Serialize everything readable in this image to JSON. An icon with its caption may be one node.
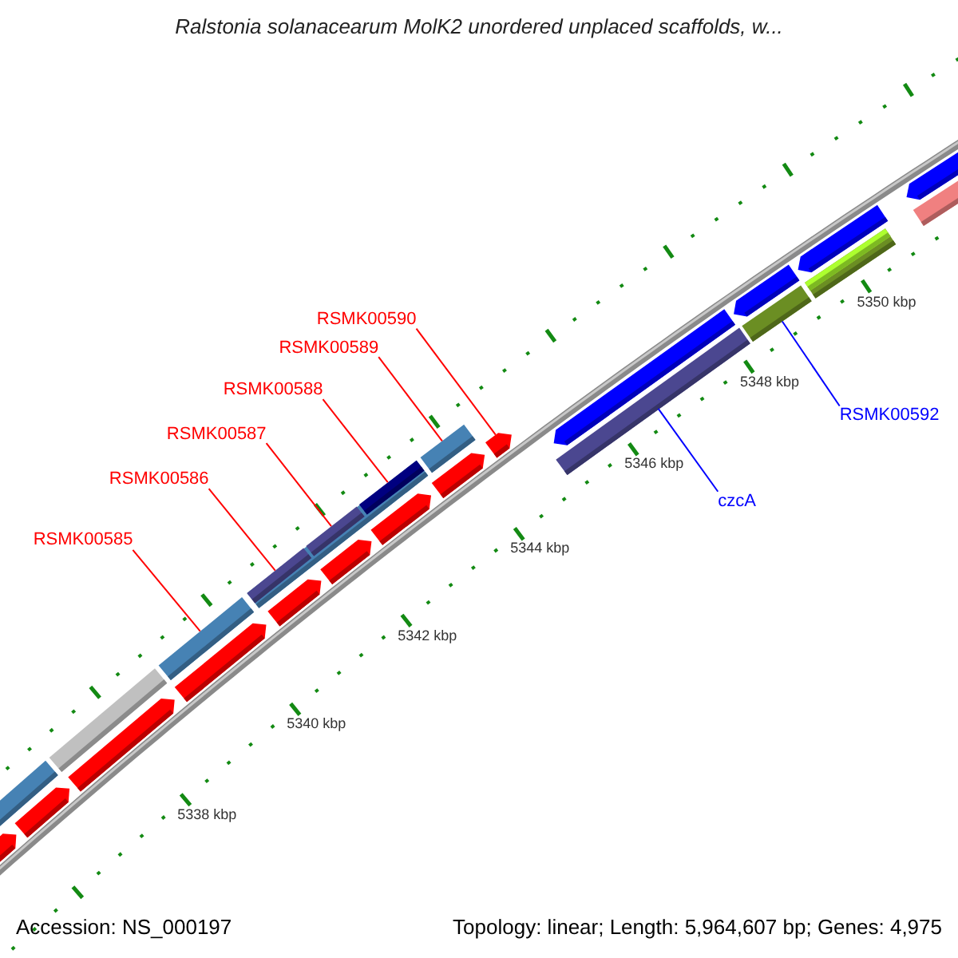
{
  "diagram": {
    "title": "Ralstonia solanacearum MolK2 unordered unplaced scaffolds, w...",
    "nodes": [
      {
        "text": [
          "RSMK00590"
        ]
      },
      {
        "text": [
          "RSMK00589"
        ]
      },
      {
        "text": [
          "RSMK00588"
        ]
      },
      {
        "text": [
          "RSMK00592"
        ]
      },
      {
        "text": [
          "RSMK00587"
        ]
      },
      {
        "text": [
          "RSMK00586"
        ]
      },
      {
        "text": [
          "czcA"
        ]
      },
      {
        "text": [
          "RSMK00585"
        ]
      },
      {
        "text": [],
        "shape": "pentagon"
      },
      {
        "text": [],
        "shape": "bar"
      },
      {
        "text": [],
        "shape": "bar"
      },
      {
        "text": [],
        "shape": "bar"
      },
      {
        "text": [],
        "shape": "bar"
      },
      {
        "text": [],
        "shape": "bar"
      },
      {
        "text": [],
        "shape": "bar"
      },
      {
        "text": [],
        "shape": "bar"
      }
    ],
    "edges": [
      {
        "from": 0,
        "to": 8,
        "arrow": "none"
      },
      {
        "from": 1,
        "to": 9,
        "arrow": "none"
      },
      {
        "from": 2,
        "to": 10,
        "arrow": "none"
      },
      {
        "from": 3,
        "to": 11,
        "arrow": "none",
        "color": "#0000ff"
      },
      {
        "from": 4,
        "to": 12,
        "arrow": "none"
      },
      {
        "from": 5,
        "to": 13,
        "arrow": "none"
      },
      {
        "from": 6,
        "to": 14,
        "arrow": "none",
        "color": "#0000ff"
      },
      {
        "from": 7,
        "to": 15,
        "arrow": "none"
      }
    ],
    "labels": [
      "5350 kbp",
      "5348 kbp",
      "5346 kbp",
      "5344 kbp",
      "5342 kbp",
      "5340 kbp",
      "5338 kbp",
      "Accession: NS_000197",
      "Topology: linear; Length: 5,964,607 bp; Genes: 4,975"
    ]
  }
}
